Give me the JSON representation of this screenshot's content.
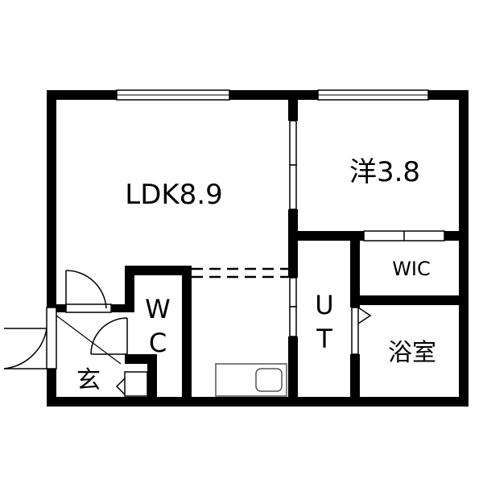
{
  "floor_plan": {
    "rooms": {
      "ldk": "LDK8.9",
      "western": "洋3.8",
      "wic": "WIC",
      "ut_top": "U",
      "ut_bottom": "T",
      "bath": "浴室",
      "wc_top": "W",
      "wc_bottom": "C",
      "entrance": "玄"
    },
    "colors": {
      "wall": "#000000",
      "background": "#ffffff",
      "fixture_line": "#555555"
    }
  }
}
